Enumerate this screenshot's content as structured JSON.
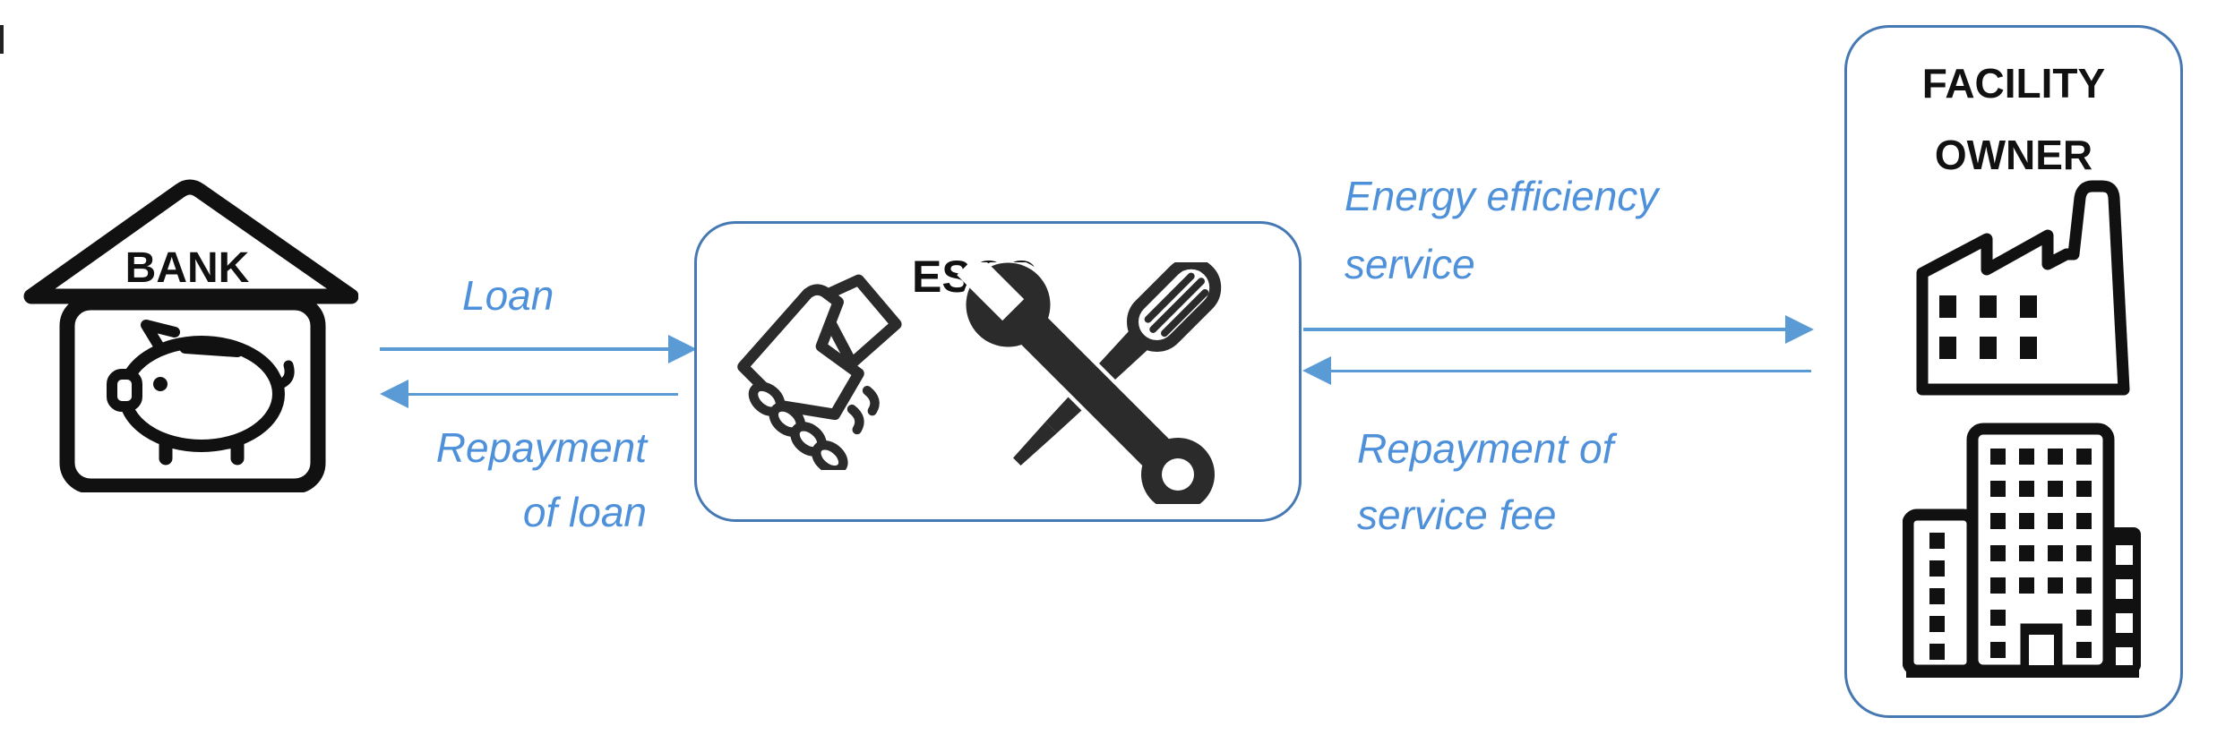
{
  "diagram": {
    "description": "ESCO financing model: bank lends to ESCO which provides energy efficiency services to facility owner"
  },
  "colors": {
    "arrow_blue": "#5b9bd5",
    "label_blue": "#4e91da",
    "box_border_blue": "#4678b4",
    "icon_black": "#1a1a1a"
  },
  "bank": {
    "label": "BANK"
  },
  "esco": {
    "label": "ESCO"
  },
  "facility": {
    "title": "FACILITY\nOWNER"
  },
  "flows": {
    "loan": {
      "label": "Loan",
      "direction": "bank-to-esco"
    },
    "loan_repayment": {
      "label": "Repayment\nof loan",
      "direction": "esco-to-bank"
    },
    "energy_service": {
      "label": "Energy efficiency\nservice",
      "direction": "esco-to-facility"
    },
    "service_fee": {
      "label": "Repayment of\nservice fee",
      "direction": "facility-to-esco"
    }
  },
  "icons": {
    "bank": "bank-piggy-bank-icon",
    "esco_left": "handshake-icon",
    "esco_right": "wrench-screwdriver-icon",
    "facility_top": "factory-icon",
    "facility_bottom": "city-buildings-icon"
  }
}
